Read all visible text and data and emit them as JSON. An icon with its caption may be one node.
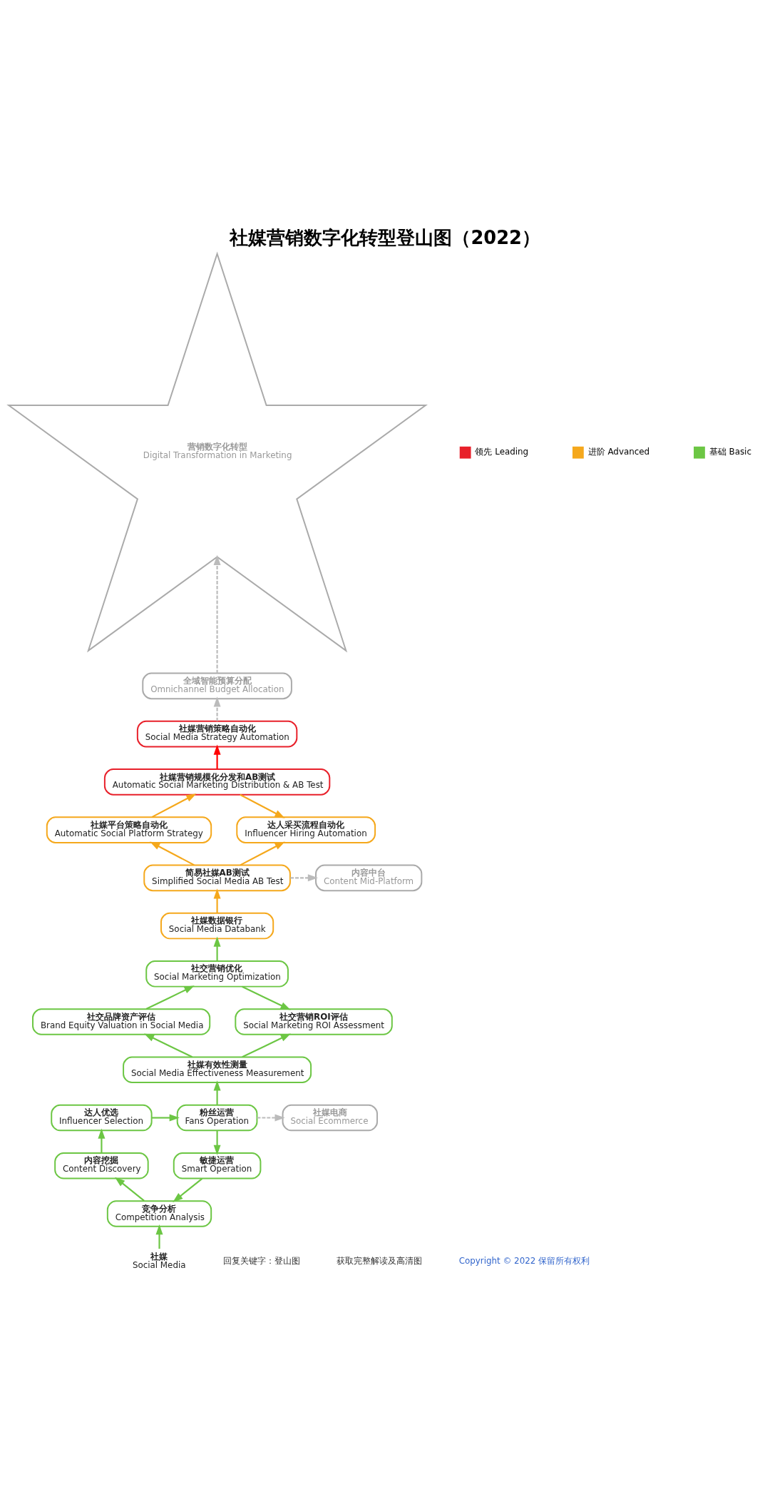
{
  "diagram": {
    "title": "社媒营销数字化转型登山图（2022）",
    "nodes": [
      {
        "text": [
          "社媒",
          "Social Media"
        ]
      },
      {
        "text": [
          "竞争分析",
          "Competition Analysis"
        ]
      },
      {
        "text": [
          "内容挖掘",
          "Content Discovery"
        ]
      },
      {
        "text": [
          "达人优选",
          "Influencer Selection"
        ]
      },
      {
        "text": [
          "粉丝运营",
          "Fans Operation"
        ]
      },
      {
        "text": [
          "敏捷运营",
          "Smart Operation"
        ]
      },
      {
        "text": [
          "社媒电商",
          "Social Ecommerce"
        ]
      },
      {
        "text": [
          "社媒有效性测量",
          "Social Media Effectiveness Measurement"
        ]
      },
      {
        "text": [
          "社交品牌资产评估",
          "Brand Equity Valuation in Social Media"
        ]
      },
      {
        "text": [
          "社交营销优化",
          "Social Marketing Optimization"
        ]
      },
      {
        "text": [
          "社交营销ROI评估",
          "Social Marketing ROI Assessment"
        ]
      },
      {
        "text": [
          "社媒数据银行",
          "Social Media Databank"
        ]
      },
      {
        "text": [
          "简易社媒AB测试",
          "Simplified Social Media AB Test"
        ]
      },
      {
        "text": [
          "内容中台",
          "Content Mid-Platform"
        ]
      },
      {
        "text": [
          "社媒平台策略自动化",
          "Automatic Social Platform Strategy"
        ]
      },
      {
        "text": [
          "达人采买流程自动化",
          "Influencer Hiring Automation"
        ]
      },
      {
        "text": [
          "社媒营销规模化分发和AB测试",
          "Automatic Social Marketing Distribution & AB Test"
        ]
      },
      {
        "text": [
          "社媒营销策略自动化",
          "Social Media Strategy Automation"
        ]
      },
      {
        "text": [
          "全域智能预算分配",
          "Omnichannel Budget Allocation"
        ]
      },
      {
        "text": [
          "营销数字化转型",
          "Digital Transformation in Marketing"
        ]
      }
    ],
    "edges": [
      {
        "from": 0,
        "to": 1,
        "arrow": "to"
      },
      {
        "from": 1,
        "to": 2,
        "arrow": "to"
      },
      {
        "from": 2,
        "to": 3,
        "arrow": "to"
      },
      {
        "from": 3,
        "to": 4,
        "arrow": "to"
      },
      {
        "from": 4,
        "to": 5,
        "arrow": "to"
      },
      {
        "from": 5,
        "to": 1,
        "arrow": "to"
      },
      {
        "from": 4,
        "to": 6,
        "arrow": "to",
        "style": "dashed",
        "color": "#bbbbbb"
      },
      {
        "from": 4,
        "to": 7,
        "arrow": "to"
      },
      {
        "from": 7,
        "to": 8,
        "arrow": "to"
      },
      {
        "from": 8,
        "to": 9,
        "arrow": "to"
      },
      {
        "from": 9,
        "to": 10,
        "arrow": "to"
      },
      {
        "from": 7,
        "to": 10,
        "arrow": "to"
      },
      {
        "from": 9,
        "to": 11,
        "arrow": "to"
      },
      {
        "from": 11,
        "to": 12,
        "arrow": "to",
        "color": "#f5a81c"
      },
      {
        "from": 12,
        "to": 13,
        "arrow": "to",
        "style": "dashed",
        "color": "#bbbbbb"
      },
      {
        "from": 12,
        "to": 14,
        "arrow": "to",
        "color": "#f5a81c"
      },
      {
        "from": 14,
        "to": 16,
        "arrow": "to",
        "color": "#f5a81c"
      },
      {
        "from": 16,
        "to": 15,
        "arrow": "to",
        "color": "#f5a81c"
      },
      {
        "from": 12,
        "to": 15,
        "arrow": "to",
        "color": "#f5a81c"
      },
      {
        "from": 16,
        "to": 17,
        "arrow": "to",
        "color": "#ff0000"
      },
      {
        "from": 17,
        "to": 18,
        "arrow": "to",
        "style": "dashed",
        "color": "#bbbbbb"
      },
      {
        "from": 18,
        "to": 19,
        "arrow": "to",
        "style": "dashed",
        "color": "#bbbbbb"
      }
    ],
    "labels": [
      "回复关键字：登山图",
      "获取完整解读及高清图",
      "Copyright © 2022 保留所有权利"
    ],
    "legend": [
      {
        "text": "领先 Leading",
        "color": "#e8202a"
      },
      {
        "text": "进阶 Advanced",
        "color": "#f5a81c"
      },
      {
        "text": "基础 Basic",
        "color": "#6cc644"
      }
    ]
  }
}
